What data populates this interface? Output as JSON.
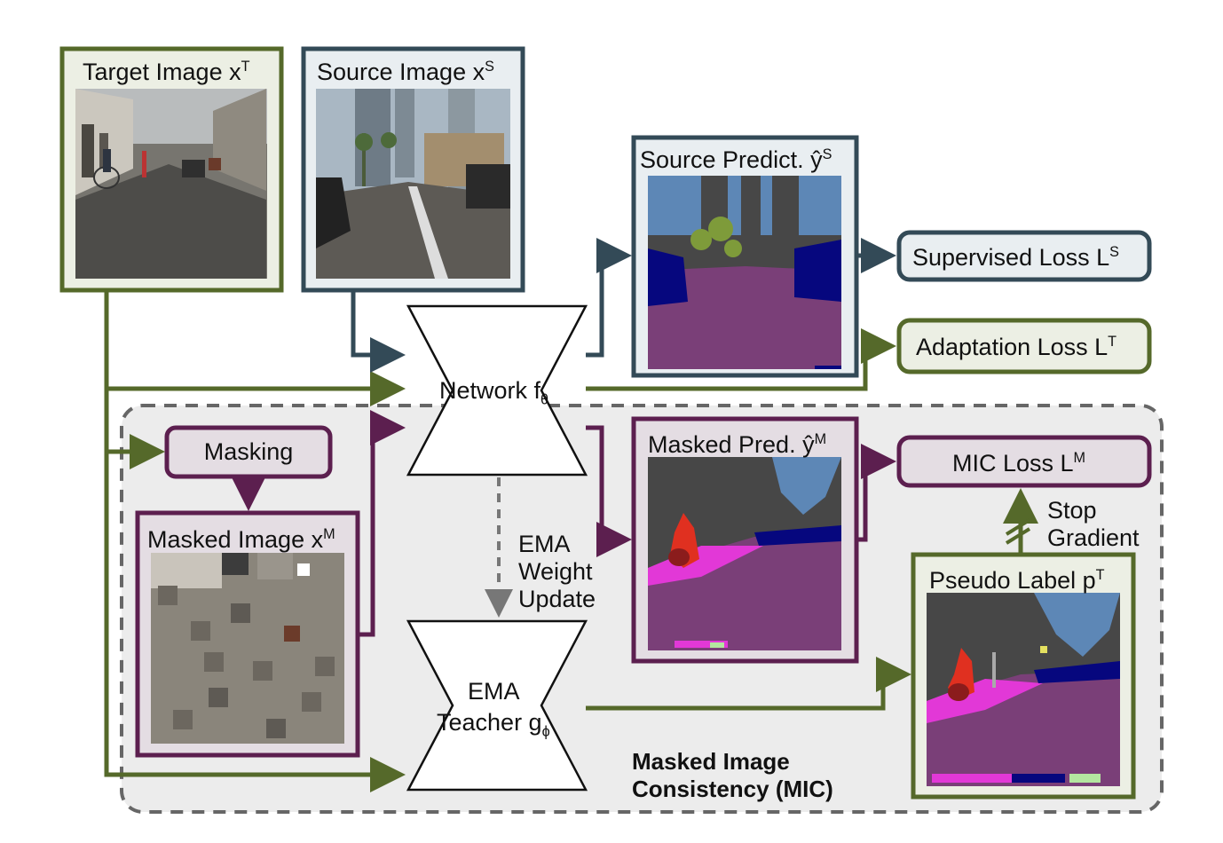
{
  "colors": {
    "green": "#55692a",
    "slate": "#334a57",
    "purple": "#5c1f4f",
    "mic_bg": "#ececec",
    "box_light": "#e4dde3",
    "box_gray": "#e9eef1",
    "box_green": "#ecefe4",
    "road": "#7a3f78",
    "sky": "#5d87b6",
    "building": "#474747",
    "car": "#06077e",
    "vegetation": "#7e9b3a",
    "sidewalk": "#e238d7",
    "person": "#e03020"
  },
  "labels": {
    "target_image": {
      "main": "Target Image x",
      "sup": "T"
    },
    "source_image": {
      "main": "Source Image x",
      "sup": "S"
    },
    "source_predict": {
      "main": "Source Predict. ŷ",
      "sup": "S"
    },
    "supervised_loss": {
      "main": "Supervised Loss L",
      "sup": "S"
    },
    "adaptation_loss": {
      "main": "Adaptation Loss L",
      "sup": "T"
    },
    "network": {
      "main": "Network f",
      "sub": "θ"
    },
    "masking": "Masking",
    "masked_image": {
      "main": "Masked Image x",
      "sup": "M"
    },
    "masked_pred": {
      "main": "Masked Pred. ŷ",
      "sup": "M"
    },
    "mic_loss": {
      "main": "MIC Loss L",
      "sup": "M"
    },
    "stop_gradient": [
      "Stop",
      "Gradient"
    ],
    "ema_update": [
      "EMA",
      "Weight",
      "Update"
    ],
    "teacher": {
      "line1": "EMA",
      "line2": "Teacher g",
      "sub": "ϕ"
    },
    "pseudo_label": {
      "main": "Pseudo Label p",
      "sup": "T"
    },
    "mic_title": [
      "Masked Image",
      "Consistency (MIC)"
    ]
  },
  "images": {
    "target": "Target domain street photo",
    "source": "Source domain synthetic street scene",
    "source_pred": "Source semantic segmentation",
    "masked": "Masked target image",
    "masked_pred": "Masked segmentation prediction",
    "pseudo": "Pseudo label segmentation"
  }
}
